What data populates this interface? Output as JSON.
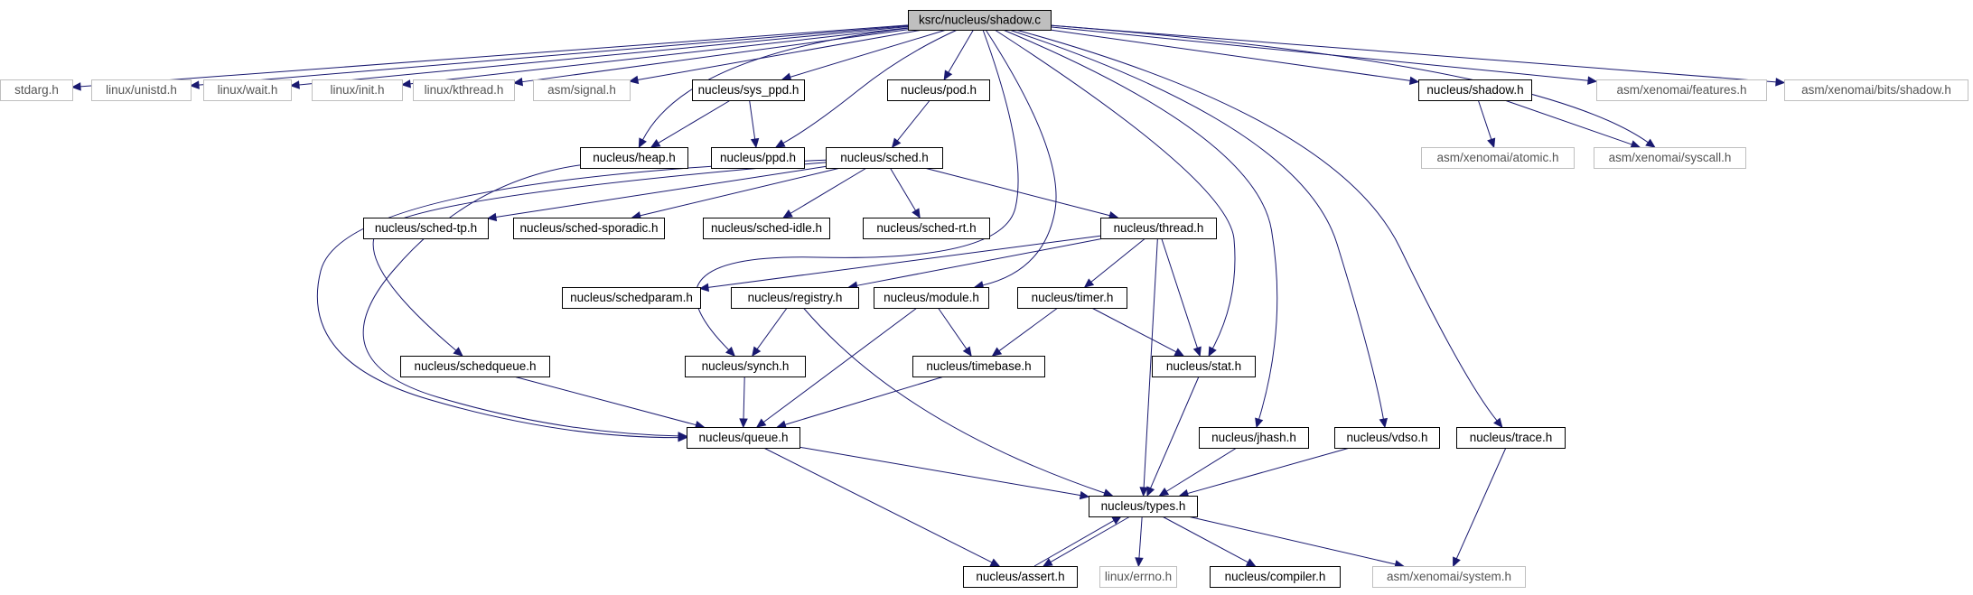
{
  "colors": {
    "edge": "#191970",
    "root_fill": "#bfbfbf",
    "node_border": "#000000",
    "external_border": "#bfbfbf",
    "external_text": "#555555",
    "background": "#ffffff"
  },
  "nodes": [
    {
      "id": "root",
      "label": "ksrc/nucleus/shadow.c",
      "style": "root"
    },
    {
      "id": "stdarg",
      "label": "stdarg.h",
      "style": "external"
    },
    {
      "id": "unistd",
      "label": "linux/unistd.h",
      "style": "external"
    },
    {
      "id": "wait",
      "label": "linux/wait.h",
      "style": "external"
    },
    {
      "id": "init",
      "label": "linux/init.h",
      "style": "external"
    },
    {
      "id": "kthread",
      "label": "linux/kthread.h",
      "style": "external"
    },
    {
      "id": "signal",
      "label": "asm/signal.h",
      "style": "external"
    },
    {
      "id": "sys_ppd",
      "label": "nucleus/sys_ppd.h",
      "style": "normal"
    },
    {
      "id": "pod",
      "label": "nucleus/pod.h",
      "style": "normal"
    },
    {
      "id": "shadow",
      "label": "nucleus/shadow.h",
      "style": "normal"
    },
    {
      "id": "features",
      "label": "asm/xenomai/features.h",
      "style": "external"
    },
    {
      "id": "bitsshadow",
      "label": "asm/xenomai/bits/shadow.h",
      "style": "external"
    },
    {
      "id": "heap",
      "label": "nucleus/heap.h",
      "style": "normal"
    },
    {
      "id": "ppd",
      "label": "nucleus/ppd.h",
      "style": "normal"
    },
    {
      "id": "sched",
      "label": "nucleus/sched.h",
      "style": "normal"
    },
    {
      "id": "atomic",
      "label": "asm/xenomai/atomic.h",
      "style": "external"
    },
    {
      "id": "syscall",
      "label": "asm/xenomai/syscall.h",
      "style": "external"
    },
    {
      "id": "schedtp",
      "label": "nucleus/sched-tp.h",
      "style": "normal"
    },
    {
      "id": "schedsporadic",
      "label": "nucleus/sched-sporadic.h",
      "style": "normal"
    },
    {
      "id": "schedidle",
      "label": "nucleus/sched-idle.h",
      "style": "normal"
    },
    {
      "id": "schedrt",
      "label": "nucleus/sched-rt.h",
      "style": "normal"
    },
    {
      "id": "thread",
      "label": "nucleus/thread.h",
      "style": "normal"
    },
    {
      "id": "schedparam",
      "label": "nucleus/schedparam.h",
      "style": "normal"
    },
    {
      "id": "registry",
      "label": "nucleus/registry.h",
      "style": "normal"
    },
    {
      "id": "module",
      "label": "nucleus/module.h",
      "style": "normal"
    },
    {
      "id": "timer",
      "label": "nucleus/timer.h",
      "style": "normal"
    },
    {
      "id": "schedqueue",
      "label": "nucleus/schedqueue.h",
      "style": "normal"
    },
    {
      "id": "synch",
      "label": "nucleus/synch.h",
      "style": "normal"
    },
    {
      "id": "timebase",
      "label": "nucleus/timebase.h",
      "style": "normal"
    },
    {
      "id": "stat",
      "label": "nucleus/stat.h",
      "style": "normal"
    },
    {
      "id": "queue",
      "label": "nucleus/queue.h",
      "style": "normal"
    },
    {
      "id": "jhash",
      "label": "nucleus/jhash.h",
      "style": "normal"
    },
    {
      "id": "vdso",
      "label": "nucleus/vdso.h",
      "style": "normal"
    },
    {
      "id": "trace",
      "label": "nucleus/trace.h",
      "style": "normal"
    },
    {
      "id": "types",
      "label": "nucleus/types.h",
      "style": "normal"
    },
    {
      "id": "assert",
      "label": "nucleus/assert.h",
      "style": "normal"
    },
    {
      "id": "errno",
      "label": "linux/errno.h",
      "style": "external"
    },
    {
      "id": "compiler",
      "label": "nucleus/compiler.h",
      "style": "normal"
    },
    {
      "id": "system",
      "label": "asm/xenomai/system.h",
      "style": "external"
    }
  ],
  "edges": [
    [
      "root",
      "stdarg"
    ],
    [
      "root",
      "unistd"
    ],
    [
      "root",
      "wait"
    ],
    [
      "root",
      "init"
    ],
    [
      "root",
      "kthread"
    ],
    [
      "root",
      "signal"
    ],
    [
      "root",
      "sys_ppd"
    ],
    [
      "root",
      "pod"
    ],
    [
      "root",
      "shadow"
    ],
    [
      "root",
      "features"
    ],
    [
      "root",
      "bitsshadow"
    ],
    [
      "root",
      "heap"
    ],
    [
      "root",
      "ppd"
    ],
    [
      "root",
      "syscall"
    ],
    [
      "root",
      "synch"
    ],
    [
      "root",
      "module"
    ],
    [
      "root",
      "stat"
    ],
    [
      "root",
      "jhash"
    ],
    [
      "root",
      "vdso"
    ],
    [
      "root",
      "trace"
    ],
    [
      "sys_ppd",
      "heap"
    ],
    [
      "sys_ppd",
      "ppd"
    ],
    [
      "pod",
      "sched"
    ],
    [
      "shadow",
      "atomic"
    ],
    [
      "shadow",
      "syscall"
    ],
    [
      "heap",
      "queue"
    ],
    [
      "sched",
      "schedtp"
    ],
    [
      "sched",
      "schedsporadic"
    ],
    [
      "sched",
      "schedidle"
    ],
    [
      "sched",
      "schedrt"
    ],
    [
      "sched",
      "thread"
    ],
    [
      "sched",
      "schedqueue"
    ],
    [
      "sched",
      "queue"
    ],
    [
      "thread",
      "schedparam"
    ],
    [
      "thread",
      "registry"
    ],
    [
      "thread",
      "timer"
    ],
    [
      "thread",
      "stat"
    ],
    [
      "thread",
      "types"
    ],
    [
      "registry",
      "synch"
    ],
    [
      "registry",
      "types"
    ],
    [
      "module",
      "timebase"
    ],
    [
      "module",
      "queue"
    ],
    [
      "timer",
      "timebase"
    ],
    [
      "timer",
      "stat"
    ],
    [
      "schedqueue",
      "queue"
    ],
    [
      "synch",
      "queue"
    ],
    [
      "timebase",
      "queue"
    ],
    [
      "stat",
      "types"
    ],
    [
      "queue",
      "types"
    ],
    [
      "queue",
      "assert"
    ],
    [
      "jhash",
      "types"
    ],
    [
      "vdso",
      "types"
    ],
    [
      "trace",
      "system"
    ],
    [
      "types",
      "assert"
    ],
    [
      "assert",
      "types"
    ],
    [
      "types",
      "errno"
    ],
    [
      "types",
      "compiler"
    ],
    [
      "types",
      "system"
    ]
  ]
}
